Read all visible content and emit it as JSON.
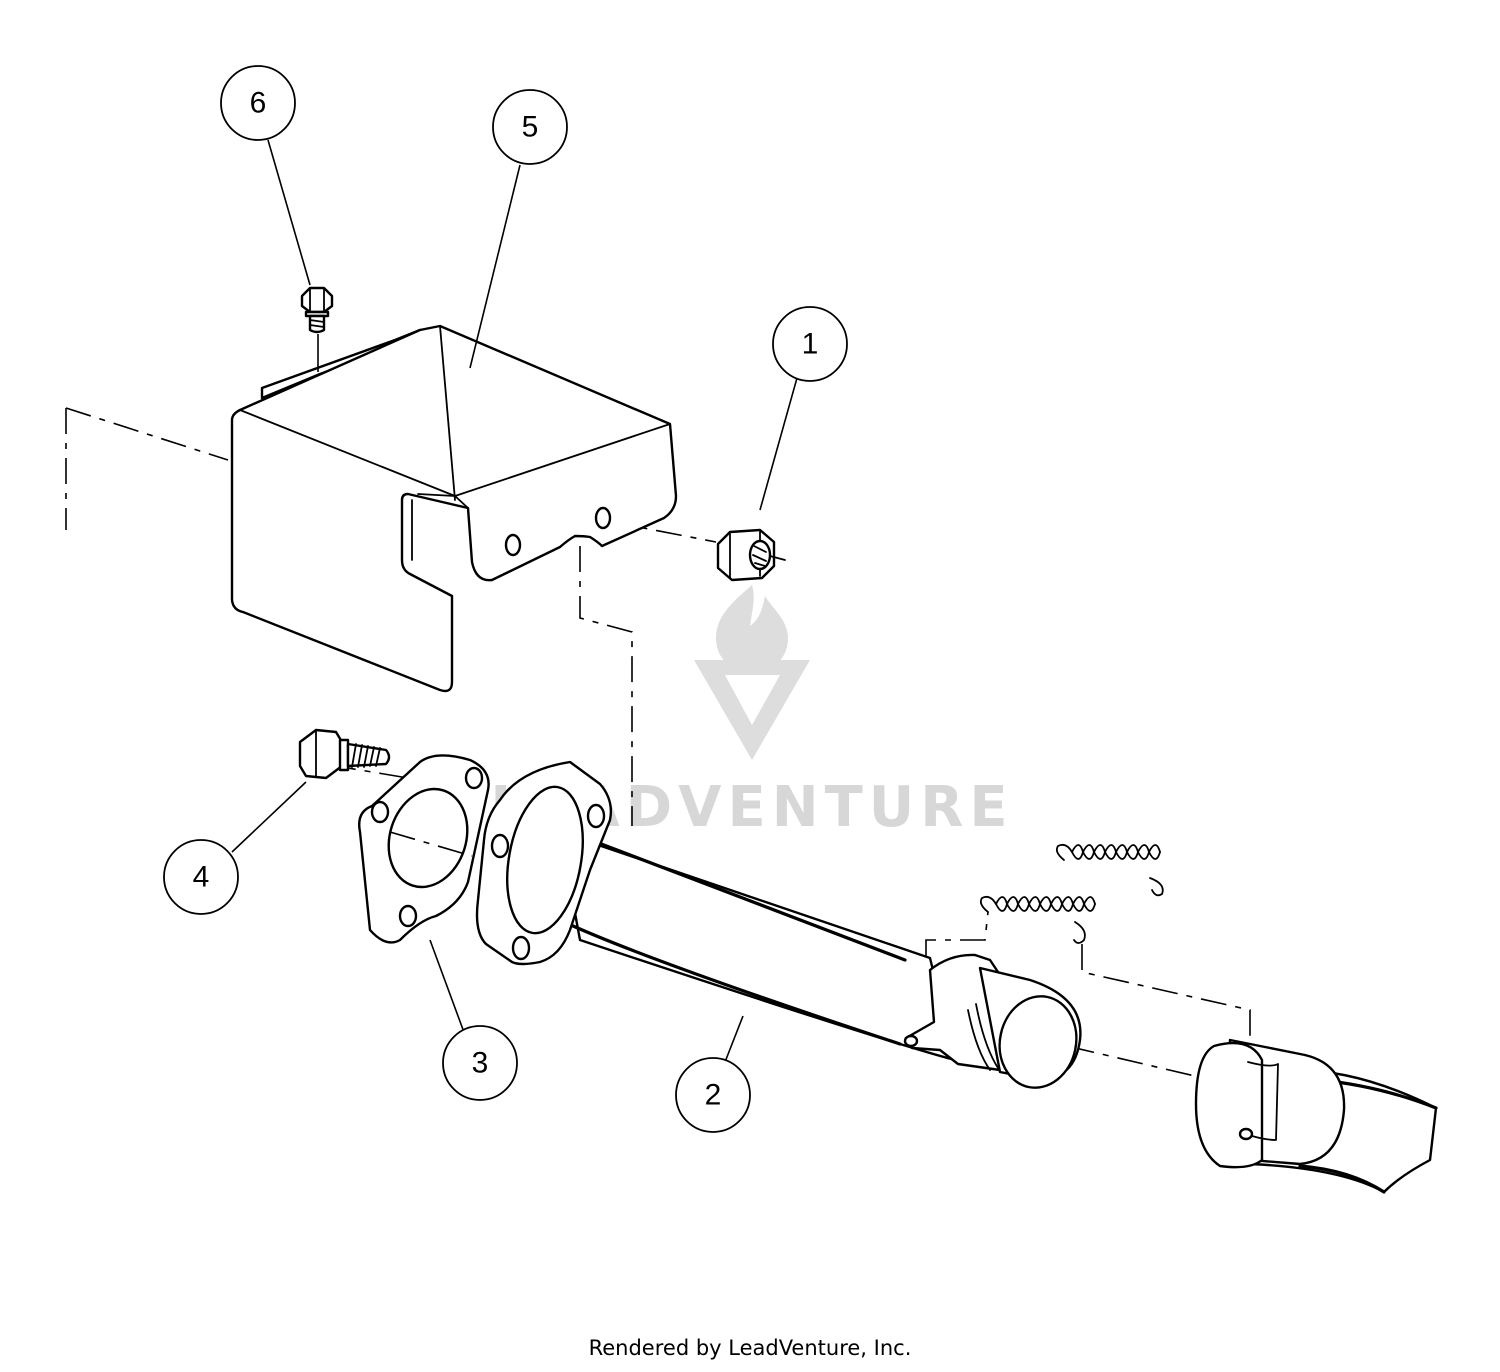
{
  "callouts": [
    {
      "id": "1",
      "label": "1"
    },
    {
      "id": "2",
      "label": "2"
    },
    {
      "id": "3",
      "label": "3"
    },
    {
      "id": "4",
      "label": "4"
    },
    {
      "id": "5",
      "label": "5"
    },
    {
      "id": "6",
      "label": "6"
    }
  ],
  "watermark": {
    "text": "LEADVENTURE",
    "color": "#d7d7d7"
  },
  "footer": {
    "text": "Rendered by LeadVenture, Inc."
  },
  "colors": {
    "line": "#000000",
    "background": "#ffffff"
  }
}
